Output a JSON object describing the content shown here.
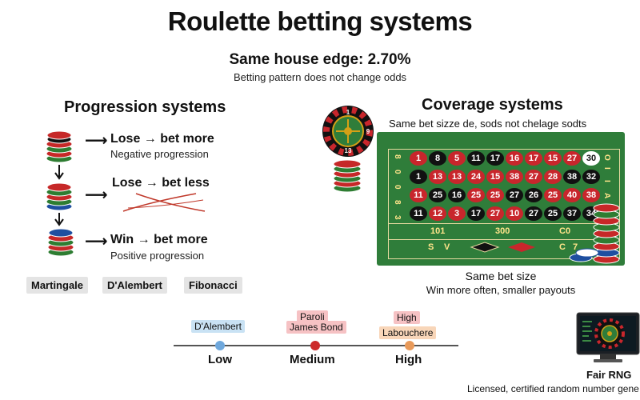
{
  "title": "Roulette betting systems",
  "house_edge": {
    "headline": "Same house edge: 2.70%",
    "sub": "Betting pattern does not change odds"
  },
  "progression": {
    "heading": "Progression systems",
    "rows": [
      {
        "label": "Lose → bet more",
        "sub": "Negative progression"
      },
      {
        "label": "Lose → bet less",
        "sub": ""
      },
      {
        "label": "Win → bet more",
        "sub": "Positive progression"
      }
    ],
    "systems": [
      "Martingale",
      "D'Alembert",
      "Fibonacci"
    ]
  },
  "coverage": {
    "heading": "Coverage systems",
    "sub": "Same bet sizze de, sods not chelage sodts",
    "wheel_numbers": {
      "top": "1",
      "right": "9",
      "bottom": "13"
    },
    "table_rows": [
      [
        {
          "n": "1",
          "c": "r"
        },
        {
          "n": "8",
          "c": "b"
        },
        {
          "n": "5",
          "c": "r"
        },
        {
          "n": "11",
          "c": "b"
        },
        {
          "n": "17",
          "c": "b"
        },
        {
          "n": "16",
          "c": "r"
        },
        {
          "n": "17",
          "c": "r"
        },
        {
          "n": "15",
          "c": "r"
        },
        {
          "n": "27",
          "c": "r"
        },
        {
          "n": "30",
          "c": "w"
        }
      ],
      [
        {
          "n": "1",
          "c": "b"
        },
        {
          "n": "13",
          "c": "r"
        },
        {
          "n": "13",
          "c": "r"
        },
        {
          "n": "24",
          "c": "r"
        },
        {
          "n": "15",
          "c": "r"
        },
        {
          "n": "38",
          "c": "r"
        },
        {
          "n": "27",
          "c": "r"
        },
        {
          "n": "28",
          "c": "r"
        },
        {
          "n": "38",
          "c": "b"
        },
        {
          "n": "32",
          "c": "b"
        }
      ],
      [
        {
          "n": "11",
          "c": "r"
        },
        {
          "n": "25",
          "c": "b"
        },
        {
          "n": "16",
          "c": "b"
        },
        {
          "n": "25",
          "c": "r"
        },
        {
          "n": "25",
          "c": "r"
        },
        {
          "n": "27",
          "c": "b"
        },
        {
          "n": "26",
          "c": "b"
        },
        {
          "n": "25",
          "c": "r"
        },
        {
          "n": "40",
          "c": "r"
        },
        {
          "n": "38",
          "c": "r"
        }
      ],
      [
        {
          "n": "11",
          "c": "b"
        },
        {
          "n": "12",
          "c": "r"
        },
        {
          "n": "3",
          "c": "r"
        },
        {
          "n": "17",
          "c": "b"
        },
        {
          "n": "27",
          "c": "r"
        },
        {
          "n": "10",
          "c": "r"
        },
        {
          "n": "27",
          "c": "b"
        },
        {
          "n": "25",
          "c": "b"
        },
        {
          "n": "37",
          "c": "b"
        },
        {
          "n": "34",
          "c": "b"
        }
      ]
    ],
    "left_column": [
      "8",
      "0",
      "0",
      "8",
      "3"
    ],
    "right_column": [
      "O",
      "I",
      "I",
      "A"
    ],
    "dozens": [
      "101",
      "300",
      "C0"
    ],
    "bottom_labels": [
      "S",
      "V",
      "C",
      "7"
    ],
    "caption": "Same bet size",
    "caption_sub": "Win more often, smaller payouts"
  },
  "risk": {
    "levels": [
      {
        "label": "Low",
        "tags": [
          "D'Alembert"
        ],
        "color": "#6fa8dc"
      },
      {
        "label": "Medium",
        "tags": [
          "Paroli",
          "James Bond"
        ],
        "color": "#cc2a2a"
      },
      {
        "label": "High",
        "tags": [
          "High",
          "Labouchere"
        ],
        "color": "#e89a5a"
      }
    ]
  },
  "rng": {
    "label": "Fair RNG",
    "sub": "Licensed, certified random number gene"
  },
  "colors": {
    "felt": "#2f7d3a",
    "red": "#c8262c",
    "black": "#111111",
    "gold": "#ffe48a",
    "tag_blue": "#c9e2f4",
    "tag_pink": "#f6c2c4",
    "tag_peach": "#f8d6b9"
  }
}
